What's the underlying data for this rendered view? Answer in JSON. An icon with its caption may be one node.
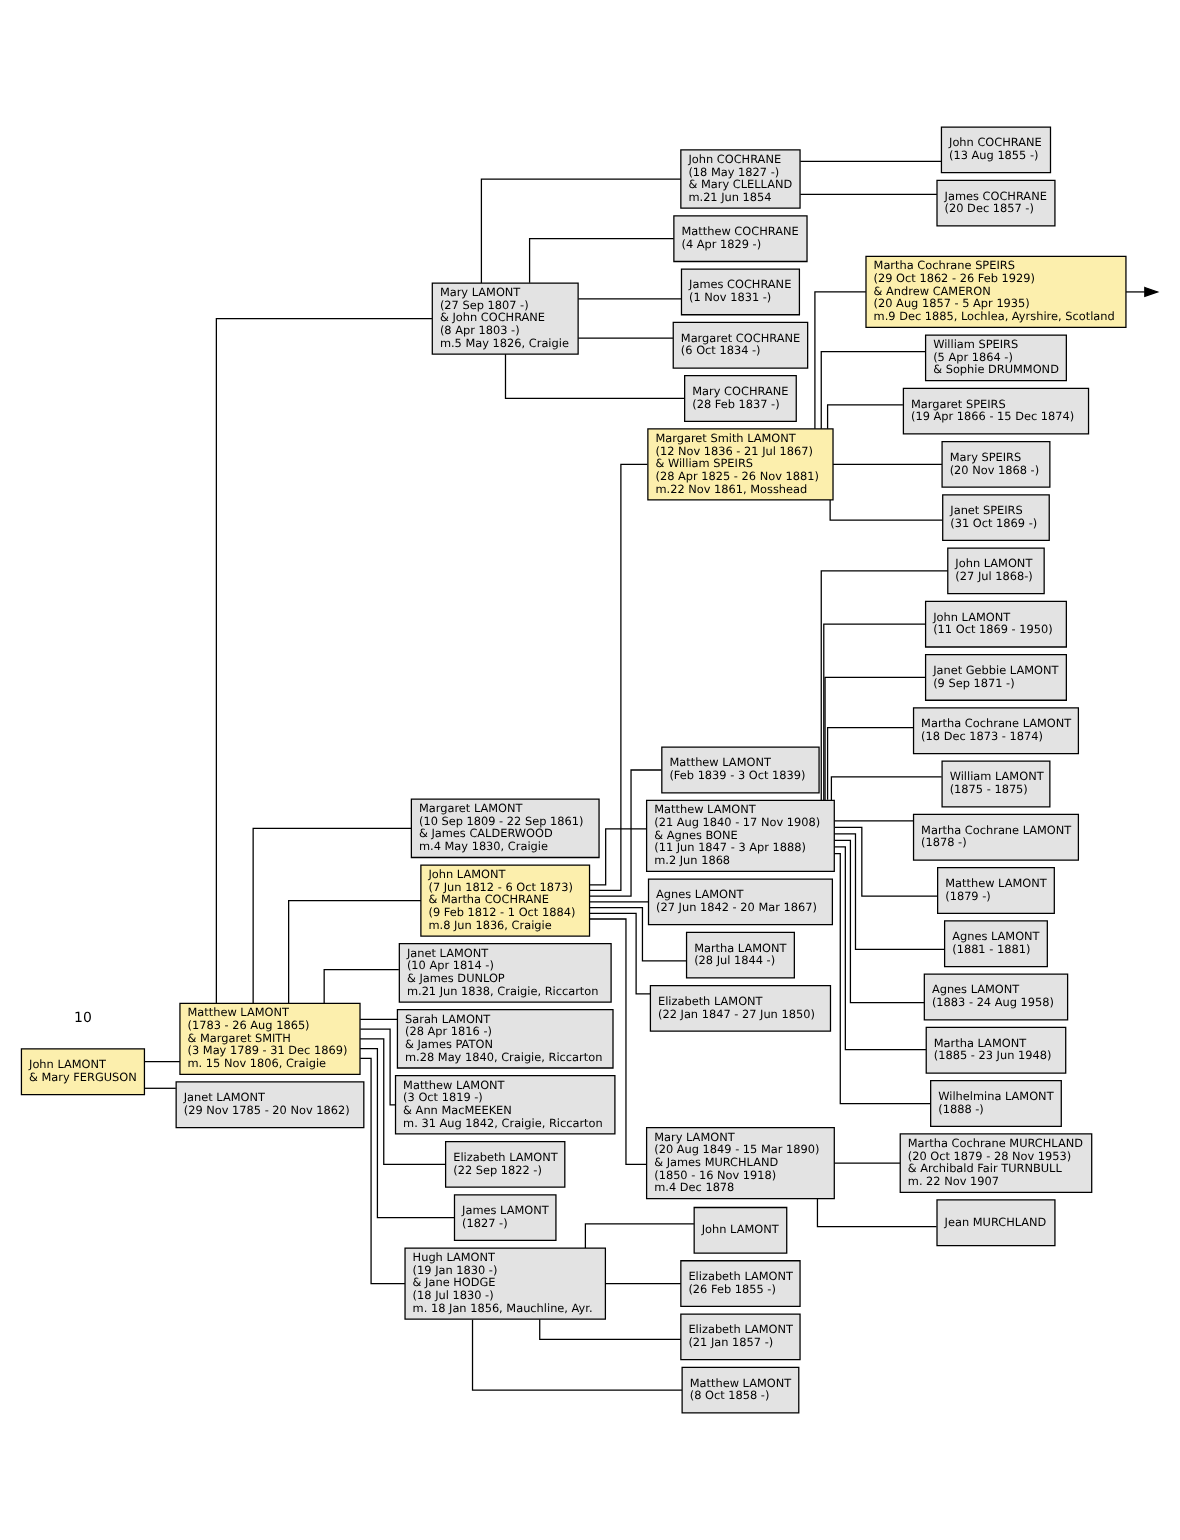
{
  "diagram": {
    "nodes": [
      {
        "text": [
          "John LAMONT",
          "& Mary FERGUSON"
        ]
      },
      {
        "text": [
          "Matthew LAMONT",
          "(1783 - 26 Aug 1865)",
          "& Margaret SMITH",
          "(3 May 1789 - 31 Dec 1869)",
          "m. 15 Nov 1806, Craigie"
        ]
      },
      {
        "text": [
          "Janet LAMONT",
          "(29 Nov 1785 - 20 Nov 1862)"
        ]
      },
      {
        "text": [
          "Mary LAMONT",
          "(27 Sep 1807 -)",
          "& John COCHRANE",
          "(8 Apr 1803 -)",
          "m.5 May 1826, Craigie"
        ]
      },
      {
        "text": [
          "Margaret LAMONT",
          "(10 Sep 1809 - 22 Sep 1861)",
          "& James CALDERWOOD",
          "m.4 May 1830, Craigie"
        ]
      },
      {
        "text": [
          "John LAMONT",
          "(7 Jun 1812 - 6 Oct 1873)",
          "& Martha COCHRANE",
          "(9 Feb 1812 - 1 Oct 1884)",
          "m.8 Jun 1836, Craigie"
        ]
      },
      {
        "text": [
          "Janet LAMONT",
          "(10 Apr 1814 -)",
          "& James DUNLOP",
          "m.21 Jun 1838, Craigie, Riccarton"
        ]
      },
      {
        "text": [
          "Sarah LAMONT",
          "(28 Apr 1816 -)",
          "& James PATON",
          "m.28 May 1840, Craigie, Riccarton"
        ]
      },
      {
        "text": [
          "Matthew LAMONT",
          "(3 Oct 1819 -)",
          "& Ann MacMEEKEN",
          "m. 31 Aug 1842, Craigie, Riccarton"
        ]
      },
      {
        "text": [
          "Elizabeth LAMONT",
          "(22 Sep 1822 -)"
        ]
      },
      {
        "text": [
          "James LAMONT",
          "(1827 -)"
        ]
      },
      {
        "text": [
          "Hugh LAMONT",
          "(19 Jan 1830 -)",
          "& Jane HODGE",
          "(18 Jul 1830 -)",
          "m. 18 Jan 1856, Mauchline, Ayr."
        ]
      },
      {
        "text": [
          "John COCHRANE",
          "(18 May 1827 -)",
          "& Mary CLELLAND",
          "m.21 Jun 1854"
        ]
      },
      {
        "text": [
          "Matthew COCHRANE",
          "(4 Apr 1829 -)"
        ]
      },
      {
        "text": [
          "James COCHRANE",
          "(1 Nov 1831 -)"
        ]
      },
      {
        "text": [
          "Margaret COCHRANE",
          "(6 Oct 1834 -)"
        ]
      },
      {
        "text": [
          "Mary COCHRANE",
          "(28 Feb 1837 -)"
        ]
      },
      {
        "text": [
          "Margaret Smith LAMONT",
          "(12 Nov 1836 - 21 Jul 1867)",
          "& William SPEIRS",
          "(28 Apr 1825 - 26 Nov 1881)",
          "m.22 Nov 1861, Mosshead"
        ]
      },
      {
        "text": [
          "Matthew LAMONT",
          "(Feb 1839 - 3 Oct 1839)"
        ]
      },
      {
        "text": [
          "Matthew LAMONT",
          "(21 Aug 1840 - 17 Nov 1908)",
          "& Agnes BONE",
          "(11 Jun 1847 - 3 Apr 1888)",
          "m.2 Jun 1868"
        ]
      },
      {
        "text": [
          "Agnes LAMONT",
          "(27 Jun 1842 - 20 Mar 1867)"
        ]
      },
      {
        "text": [
          "Martha LAMONT",
          "(28 Jul 1844 -)"
        ]
      },
      {
        "text": [
          "Elizabeth LAMONT",
          "(22 Jan 1847 - 27 Jun 1850)"
        ]
      },
      {
        "text": [
          "Mary LAMONT",
          "(20 Aug 1849 - 15 Mar 1890)",
          "& James MURCHLAND",
          "(1850 - 16 Nov 1918)",
          "m.4 Dec 1878"
        ]
      },
      {
        "text": [
          "John LAMONT"
        ]
      },
      {
        "text": [
          "Elizabeth LAMONT",
          "(26 Feb 1855 -)"
        ]
      },
      {
        "text": [
          "Elizabeth LAMONT",
          "(21 Jan 1857 -)"
        ]
      },
      {
        "text": [
          "Matthew LAMONT",
          "(8 Oct 1858 -)"
        ]
      },
      {
        "text": [
          "John COCHRANE",
          "(13 Aug 1855 -)"
        ]
      },
      {
        "text": [
          "James COCHRANE",
          "(20 Dec 1857 -)"
        ]
      },
      {
        "text": [
          "Martha Cochrane SPEIRS",
          "(29 Oct 1862 - 26 Feb 1929)",
          "& Andrew CAMERON",
          "(20 Aug 1857 - 5 Apr 1935)",
          "m.9 Dec 1885, Lochlea, Ayrshire, Scotland"
        ]
      },
      {
        "text": [
          "William SPEIRS",
          "(5 Apr 1864 -)",
          "& Sophie DRUMMOND"
        ]
      },
      {
        "text": [
          "Margaret SPEIRS",
          "(19 Apr 1866 - 15 Dec 1874)"
        ]
      },
      {
        "text": [
          "Mary SPEIRS",
          "(20 Nov 1868 -)"
        ]
      },
      {
        "text": [
          "Janet SPEIRS",
          "(31 Oct 1869 -)"
        ]
      },
      {
        "text": [
          "John LAMONT",
          "(27 Jul 1868-)"
        ]
      },
      {
        "text": [
          "John LAMONT",
          "(11 Oct 1869 - 1950)"
        ]
      },
      {
        "text": [
          "Janet Gebbie LAMONT",
          "(9 Sep 1871 -)"
        ]
      },
      {
        "text": [
          "Martha Cochrane LAMONT",
          "(18 Dec 1873 - 1874)"
        ]
      },
      {
        "text": [
          "William LAMONT",
          "(1875 - 1875)"
        ]
      },
      {
        "text": [
          "Martha Cochrane LAMONT",
          "(1878 -)"
        ]
      },
      {
        "text": [
          "Matthew LAMONT",
          "(1879 -)"
        ]
      },
      {
        "text": [
          "Agnes LAMONT",
          "(1881 - 1881)"
        ]
      },
      {
        "text": [
          "Agnes LAMONT",
          "(1883 - 24 Aug 1958)"
        ]
      },
      {
        "text": [
          "Martha LAMONT",
          "(1885 - 23 Jun 1948)"
        ]
      },
      {
        "text": [
          "Wilhelmina LAMONT",
          "(1888 -)"
        ]
      },
      {
        "text": [
          "Martha Cochrane MURCHLAND",
          "(20 Oct 1879 - 28 Nov 1953)",
          "& Archibald Fair TURNBULL",
          "m. 22 Nov 1907"
        ]
      },
      {
        "text": [
          "Jean MURCHLAND"
        ]
      }
    ],
    "edges": [
      {
        "from": 0,
        "to": 1,
        "arrow": "none"
      },
      {
        "from": 0,
        "to": 2,
        "arrow": "none"
      },
      {
        "from": 1,
        "to": 3,
        "arrow": "none"
      },
      {
        "from": 1,
        "to": 4,
        "arrow": "none"
      },
      {
        "from": 1,
        "to": 5,
        "arrow": "none"
      },
      {
        "from": 1,
        "to": 6,
        "arrow": "none"
      },
      {
        "from": 1,
        "to": 7,
        "arrow": "none"
      },
      {
        "from": 1,
        "to": 8,
        "arrow": "none"
      },
      {
        "from": 1,
        "to": 9,
        "arrow": "none"
      },
      {
        "from": 1,
        "to": 10,
        "arrow": "none"
      },
      {
        "from": 1,
        "to": 11,
        "arrow": "none"
      },
      {
        "from": 3,
        "to": 12,
        "arrow": "none"
      },
      {
        "from": 3,
        "to": 13,
        "arrow": "none"
      },
      {
        "from": 3,
        "to": 14,
        "arrow": "none"
      },
      {
        "from": 3,
        "to": 15,
        "arrow": "none"
      },
      {
        "from": 3,
        "to": 16,
        "arrow": "none"
      },
      {
        "from": 5,
        "to": 17,
        "arrow": "none"
      },
      {
        "from": 5,
        "to": 18,
        "arrow": "none"
      },
      {
        "from": 5,
        "to": 19,
        "arrow": "none"
      },
      {
        "from": 5,
        "to": 20,
        "arrow": "none"
      },
      {
        "from": 5,
        "to": 21,
        "arrow": "none"
      },
      {
        "from": 5,
        "to": 22,
        "arrow": "none"
      },
      {
        "from": 5,
        "to": 23,
        "arrow": "none"
      },
      {
        "from": 11,
        "to": 24,
        "arrow": "none"
      },
      {
        "from": 11,
        "to": 25,
        "arrow": "none"
      },
      {
        "from": 11,
        "to": 26,
        "arrow": "none"
      },
      {
        "from": 11,
        "to": 27,
        "arrow": "none"
      },
      {
        "from": 12,
        "to": 28,
        "arrow": "none"
      },
      {
        "from": 12,
        "to": 29,
        "arrow": "none"
      },
      {
        "from": 17,
        "to": 30,
        "arrow": "none"
      },
      {
        "from": 17,
        "to": 31,
        "arrow": "none"
      },
      {
        "from": 17,
        "to": 32,
        "arrow": "none"
      },
      {
        "from": 17,
        "to": 33,
        "arrow": "none"
      },
      {
        "from": 17,
        "to": 34,
        "arrow": "none"
      },
      {
        "from": 19,
        "to": 35,
        "arrow": "none"
      },
      {
        "from": 19,
        "to": 36,
        "arrow": "none"
      },
      {
        "from": 19,
        "to": 37,
        "arrow": "none"
      },
      {
        "from": 19,
        "to": 38,
        "arrow": "none"
      },
      {
        "from": 19,
        "to": 39,
        "arrow": "none"
      },
      {
        "from": 19,
        "to": 40,
        "arrow": "none"
      },
      {
        "from": 19,
        "to": 41,
        "arrow": "none"
      },
      {
        "from": 19,
        "to": 42,
        "arrow": "none"
      },
      {
        "from": 19,
        "to": 43,
        "arrow": "none"
      },
      {
        "from": 19,
        "to": 44,
        "arrow": "none"
      },
      {
        "from": 19,
        "to": 45,
        "arrow": "none"
      },
      {
        "from": 23,
        "to": 46,
        "arrow": "none"
      },
      {
        "from": 23,
        "to": 47,
        "arrow": "none"
      },
      {
        "from": 30,
        "to": null,
        "arrow": "to"
      }
    ],
    "labels": [
      "10"
    ]
  }
}
